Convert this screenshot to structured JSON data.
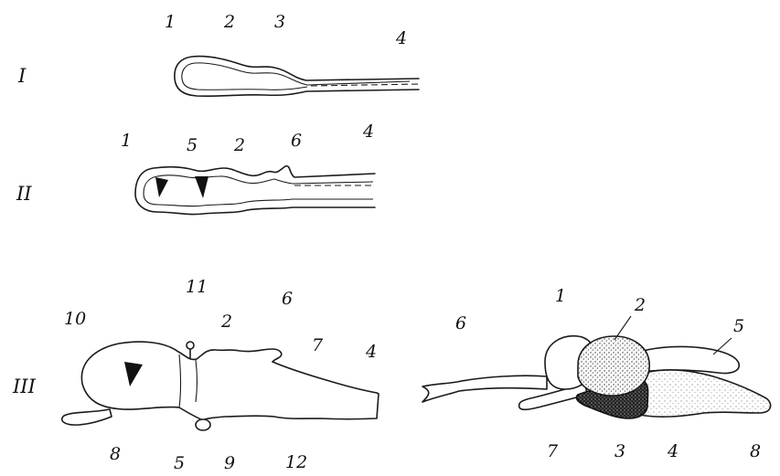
{
  "stages": {
    "I": "I",
    "II": "II",
    "III": "III"
  },
  "stage1": {
    "labels": [
      "1",
      "2",
      "3",
      "4"
    ]
  },
  "stage2": {
    "labels": [
      "1",
      "5",
      "2",
      "6",
      "4"
    ]
  },
  "stage3": {
    "labels": [
      "10",
      "11",
      "2",
      "6",
      "7",
      "4",
      "8",
      "5",
      "9",
      "12"
    ]
  },
  "adult": {
    "labels": [
      "6",
      "1",
      "2",
      "5",
      "7",
      "3",
      "4",
      "8"
    ]
  }
}
